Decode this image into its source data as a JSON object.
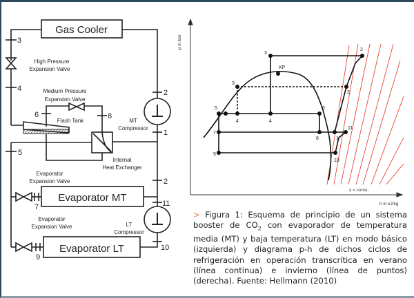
{
  "schematic": {
    "gas_cooler": "Gas Cooler",
    "hp_valve": [
      "High Pressure",
      "Expansion Valve"
    ],
    "mp_valve": [
      "Medium Pressure",
      "Expansion Valve"
    ],
    "flash_tank": "Flash Tank",
    "mt_compressor": [
      "MT",
      "Compressor"
    ],
    "ihx": [
      "Internal",
      "Heat Exchanger"
    ],
    "evap_valve_mt": [
      "Evaporator",
      "Expansion Valve"
    ],
    "evap_valve_lt": [
      "Evaporator",
      "Expansion Valve"
    ],
    "evaporator_mt": "Evaporator MT",
    "evaporator_lt": "Evaporator LT",
    "lt_compressor": [
      "LT",
      "Compressor"
    ],
    "points": {
      "p3": "3",
      "p4": "4",
      "p6": "6",
      "p8": "8",
      "p2a": "2",
      "p1": "1",
      "p5": "5",
      "p2b": "2",
      "p11": "11",
      "p7": "7",
      "p10": "10",
      "p9": "9"
    }
  },
  "ph_diagram": {
    "y_axis_label": "p in bar",
    "x_axis_label": "h in kJ/kg",
    "isentrope_label": "s = const.",
    "critical_point": "KP",
    "points": {
      "s3": "3",
      "s2": "2",
      "w3": "3",
      "w2": "2",
      "p5": "5",
      "w4": "4",
      "s4": "4",
      "p6": "6",
      "p7": "7",
      "p8": "8",
      "p1": "1",
      "p11": "11",
      "p9": "9",
      "p10": "10"
    },
    "legend": {
      "summer": "línea continua",
      "winter": "línea de puntos"
    },
    "colors": {
      "cycle": "#111111",
      "isentropes": "#e03020"
    }
  },
  "caption": {
    "marker": ">",
    "text_before": " Figura 1: Esquema de principio de un sistema booster de CO",
    "subscript": "2",
    "text_after": " con evaporador de temperatura media (MT) y baja temperatura (LT) en modo básico (izquierda) y diagrama p-h de dichos ciclos de refrigeración en operación transcrítica en verano (línea continua) e invierno (línea de puntos) (derecha). Fuente: Hellmann (2010)"
  }
}
